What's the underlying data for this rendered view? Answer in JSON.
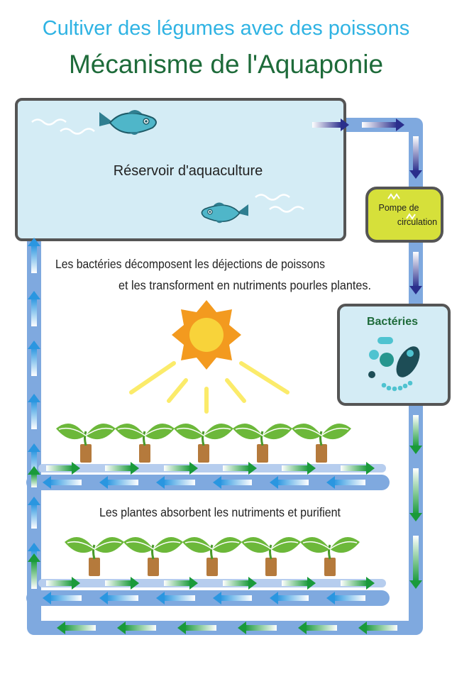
{
  "header": {
    "subtitle": "Cultiver des légumes avec des poissons",
    "title": "Mécanisme de l'Aquaponie"
  },
  "reservoir": {
    "label": "Réservoir d'aquaculture"
  },
  "pump": {
    "label_line1": "Pompe de",
    "label_line2": "circulation"
  },
  "bacteria": {
    "label": "Bactéries"
  },
  "captions": {
    "bacteria_line1": "Les bactéries décomposent les déjections de poissons",
    "bacteria_line2": "et les transforment en nutriments pourles plantes.",
    "plants": "Les plantes absorbent les nutriments et purifient"
  },
  "colors": {
    "pipe": "#7fa9df",
    "water": "#d4ecf5",
    "pump": "#d6e03a",
    "bacteria_title": "#1e6b3a",
    "dirty_arrow": "#2a2e8c",
    "clean_arrow": "#1a9a3a",
    "return_arrow": "#2a96e0",
    "sun_outer": "#f39a1f",
    "sun_inner": "#f8d33a",
    "leaf": "#6cb83a",
    "pot": "#b57a3c",
    "fish": "#4fb6c9"
  }
}
